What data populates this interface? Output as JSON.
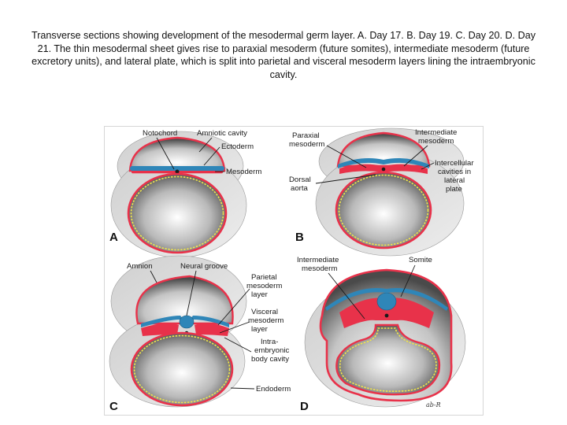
{
  "caption": "Transverse sections showing development of the mesodermal germ layer. A. Day 17. B. Day 19. C. Day 20. D. Day 21. The thin mesodermal sheet gives rise to paraxial mesoderm (future somites), intermediate mesoderm (future excretory units), and lateral plate, which is split into parietal and visceral mesoderm layers lining the intraembryonic cavity.",
  "colors": {
    "ectoderm": "#2f86b8",
    "mesoderm": "#e8324a",
    "endoderm": "#f2e64a",
    "shading": "#888888"
  },
  "panels": {
    "a": {
      "letter": "A",
      "labels": {
        "notochord": "Notochord",
        "amniotic_cavity": "Amniotic cavity",
        "ectoderm": "Ectoderm",
        "mesoderm": "Mesoderm"
      }
    },
    "b": {
      "letter": "B",
      "labels": {
        "paraxial_1": "Paraxial",
        "paraxial_2": "mesoderm",
        "intermediate_1": "Intermediate",
        "intermediate_2": "mesoderm",
        "intercellular_1": "Intercellular",
        "intercellular_2": "cavities in",
        "intercellular_3": "lateral",
        "intercellular_4": "plate",
        "dorsal_1": "Dorsal",
        "dorsal_2": "aorta"
      }
    },
    "c": {
      "letter": "C",
      "labels": {
        "amnion": "Amnion",
        "neural_groove": "Neural groove",
        "parietal_1": "Parietal",
        "parietal_2": "mesoderm",
        "parietal_3": "layer",
        "visceral_1": "Visceral",
        "visceral_2": "mesoderm",
        "visceral_3": "layer",
        "intra_1": "Intra-",
        "intra_2": "embryonic",
        "intra_3": "body cavity",
        "endoderm": "Endoderm"
      }
    },
    "d": {
      "letter": "D",
      "labels": {
        "intermediate_1": "Intermediate",
        "intermediate_2": "mesoderm",
        "somite": "Somite"
      },
      "signature": "ab-R"
    }
  }
}
